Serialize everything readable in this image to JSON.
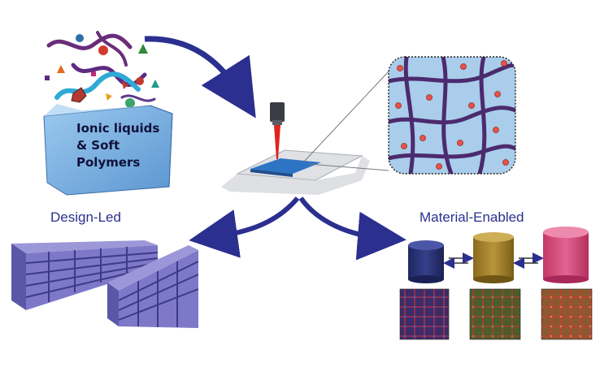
{
  "box": {
    "line1": "Ionic liquids",
    "line2": "& Soft",
    "line3": "Polymers"
  },
  "labels": {
    "design": "Design-Led",
    "material": "Material-Enabled"
  },
  "colors": {
    "arrow": "#2b2f8f",
    "laser": "#e0241b",
    "network_bg": "#a9cdea",
    "network_strand": "#4c2a6e",
    "lattice": "#7d78c8",
    "cyl_blue": "#27316d",
    "cyl_gold": "#a7862b",
    "cyl_pink": "#d7497a"
  }
}
